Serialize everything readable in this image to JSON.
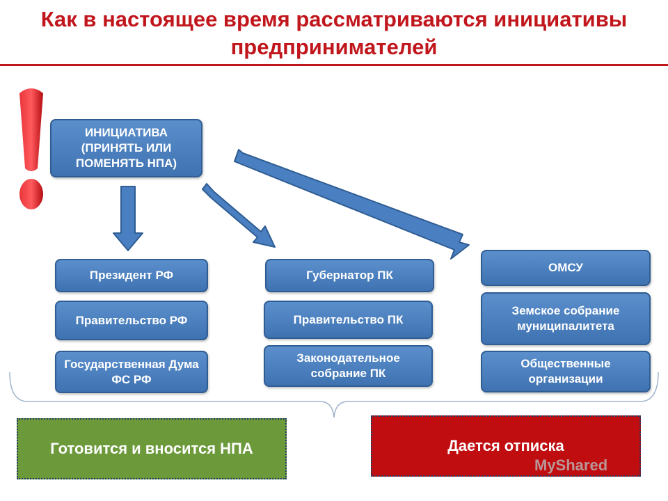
{
  "title": "Как в настоящее время рассматриваются инициативы предпринимателей",
  "initiative": "ИНИЦИАТИВА (ПРИНЯТЬ ИЛИ ПОМЕНЯТЬ НПА)",
  "columns": {
    "federal": [
      "Президент РФ",
      "Правительство РФ",
      "Государственная Дума ФС РФ"
    ],
    "regional": [
      "Губернатор ПК",
      "Правительство ПК",
      "Законодательное собрание ПК"
    ],
    "municipal": [
      "ОМСУ",
      "Земское собрание муниципалитета",
      "Общественные организации"
    ]
  },
  "results": {
    "positive": "Готовится и вносится НПА",
    "negative": "Дается отписка"
  },
  "watermark": "MyShared",
  "colors": {
    "title": "#c0161c",
    "box": "#4a7fc1",
    "positive": "#6c9a3b",
    "negative": "#c00d10"
  }
}
